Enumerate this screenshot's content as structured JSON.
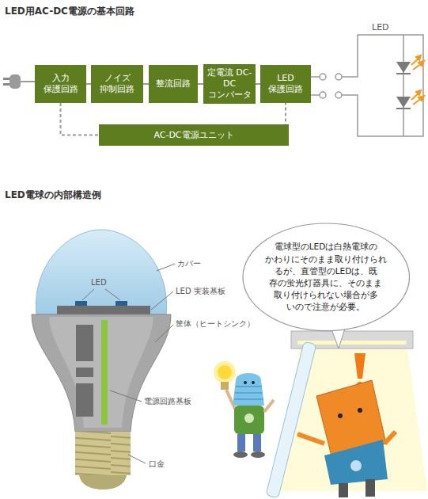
{
  "diagram": {
    "title": "LED用AC-DC電源の基本回路",
    "nodes": [
      {
        "text": [
          "入力 保護回路"
        ]
      },
      {
        "text": [
          "ノイズ 抑制回路"
        ]
      },
      {
        "text": [
          "整流回路"
        ]
      },
      {
        "text": [
          "定電流 DC-DC コンバータ"
        ]
      },
      {
        "text": [
          "LED 保護回路"
        ]
      },
      {
        "text": [
          "AC-DC電源ユニット"
        ]
      },
      {
        "text": [
          "電球型のLEDは白熱電球の かわりにそのまま取り付けられ るが、直管型のLEDは、既 存の蛍光灯器具に、そのまま 取り付けられない場合が多 いので注意が必要。"
        ]
      }
    ],
    "edges": [
      {
        "from": 0,
        "to": 1,
        "arrow": "none"
      },
      {
        "from": 1,
        "to": 2,
        "arrow": "none"
      },
      {
        "from": 2,
        "to": 3,
        "arrow": "none"
      },
      {
        "from": 3,
        "to": 4,
        "arrow": "none"
      },
      {
        "from": 0,
        "to": 5,
        "arrow": "none"
      },
      {
        "from": 5,
        "to": 4,
        "arrow": "none"
      }
    ],
    "labels": [
      "LED",
      "LED電球の内部構造例",
      "カバー",
      "LED",
      "LED 実装基板",
      "筐体（ヒートシンク）",
      "電源回路基板",
      "口金"
    ]
  }
}
